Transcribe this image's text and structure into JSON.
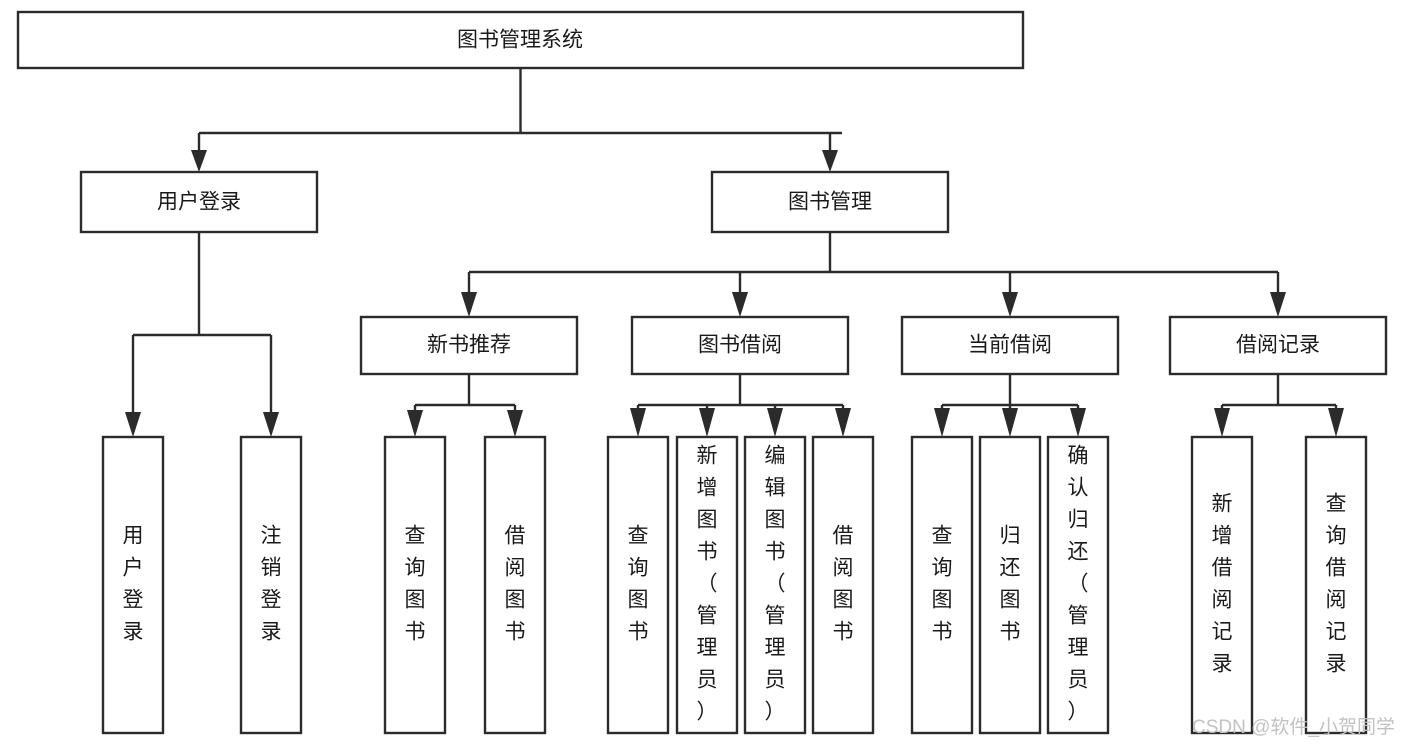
{
  "diagram": {
    "title": "图书管理系统",
    "type": "hierarchy-tree",
    "root": {
      "id": "root",
      "label": "图书管理系统",
      "orientation": "horizontal"
    },
    "level1": [
      {
        "id": "user-login",
        "label": "用户登录",
        "orientation": "horizontal"
      },
      {
        "id": "book-manage",
        "label": "图书管理",
        "orientation": "horizontal"
      }
    ],
    "level2": [
      {
        "id": "new-book-recommend",
        "label": "新书推荐",
        "parent": "book-manage",
        "orientation": "horizontal"
      },
      {
        "id": "book-borrow",
        "label": "图书借阅",
        "parent": "book-manage",
        "orientation": "horizontal"
      },
      {
        "id": "current-borrow",
        "label": "当前借阅",
        "parent": "book-manage",
        "orientation": "horizontal"
      },
      {
        "id": "borrow-record",
        "label": "借阅记录",
        "parent": "book-manage",
        "orientation": "horizontal"
      }
    ],
    "leaves": [
      {
        "id": "leaf-user-login",
        "label": "用户登录",
        "parent": "user-login",
        "orientation": "vertical"
      },
      {
        "id": "leaf-logout-login",
        "label": "注销登录",
        "parent": "user-login",
        "orientation": "vertical"
      },
      {
        "id": "leaf-query-book-1",
        "label": "查询图书",
        "parent": "new-book-recommend",
        "orientation": "vertical"
      },
      {
        "id": "leaf-borrow-book-1",
        "label": "借阅图书",
        "parent": "new-book-recommend",
        "orientation": "vertical"
      },
      {
        "id": "leaf-query-book-2",
        "label": "查询图书",
        "parent": "book-borrow",
        "orientation": "vertical"
      },
      {
        "id": "leaf-add-book-admin",
        "label": "新增图书（管理员）",
        "parent": "book-borrow",
        "orientation": "vertical"
      },
      {
        "id": "leaf-edit-book-admin",
        "label": "编辑图书（管理员）",
        "parent": "book-borrow",
        "orientation": "vertical"
      },
      {
        "id": "leaf-borrow-book-2",
        "label": "借阅图书",
        "parent": "book-borrow",
        "orientation": "vertical"
      },
      {
        "id": "leaf-query-book-3",
        "label": "查询图书",
        "parent": "current-borrow",
        "orientation": "vertical"
      },
      {
        "id": "leaf-return-book",
        "label": "归还图书",
        "parent": "current-borrow",
        "orientation": "vertical"
      },
      {
        "id": "leaf-confirm-return-admin",
        "label": "确认归还（管理员）",
        "parent": "current-borrow",
        "orientation": "vertical"
      },
      {
        "id": "leaf-add-borrow-record",
        "label": "新增借阅记录",
        "parent": "borrow-record",
        "orientation": "vertical"
      },
      {
        "id": "leaf-query-borrow-record",
        "label": "查询借阅记录",
        "parent": "borrow-record",
        "orientation": "vertical"
      }
    ]
  },
  "watermark": {
    "text": "CSDN @软件_小贺同学"
  },
  "colors": {
    "stroke": "#2b2b2b",
    "fill": "#ffffff",
    "text": "#1a1a1a",
    "watermark": "#c2c2c2",
    "background": "#ffffff"
  }
}
